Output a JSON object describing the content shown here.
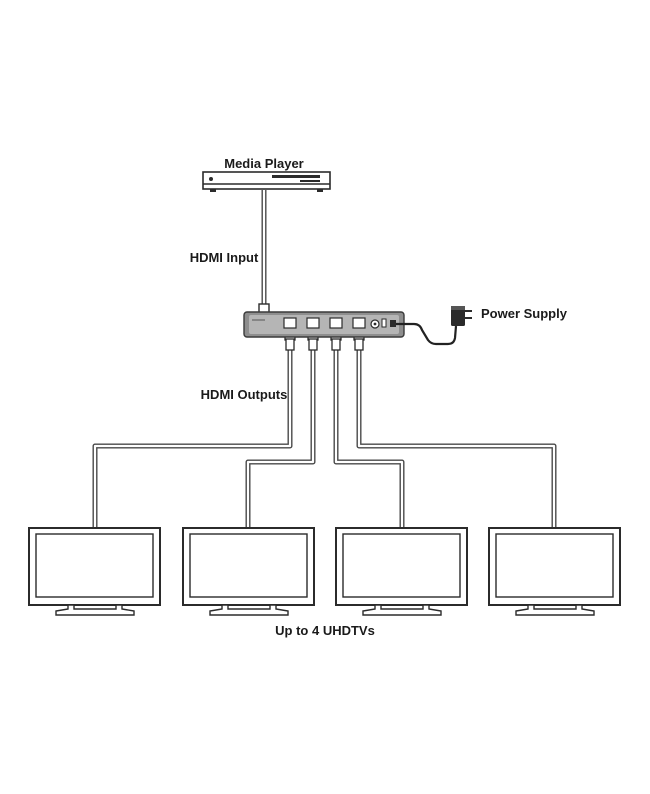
{
  "labels": {
    "media_player": "Media Player",
    "hdmi_input": "HDMI Input",
    "power_supply": "Power Supply",
    "hdmi_outputs": "HDMI Outputs",
    "uhdtvs": "Up to 4 UHDTVs"
  },
  "colors": {
    "device_body": "#8e8e8e",
    "device_face": "#b5b5b5",
    "cable": "#4a4a4a",
    "power_cable": "#222222",
    "outline": "#2b2b2b"
  },
  "icons": {
    "source": "media-player-icon",
    "splitter": "hdmi-splitter-icon",
    "adapter": "power-adapter-icon",
    "display": "tv-icon"
  },
  "tv_count": 4
}
